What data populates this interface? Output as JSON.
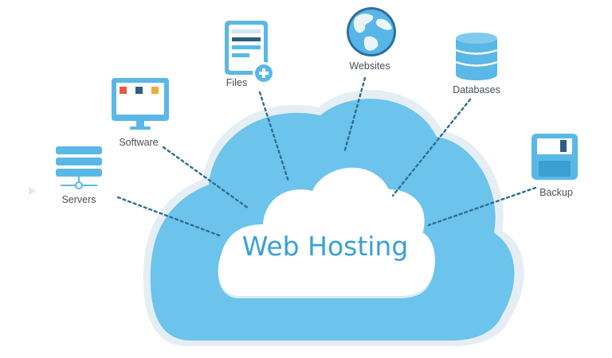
{
  "diagram": {
    "center_label": "Web Hosting",
    "nodes": [
      {
        "id": "servers",
        "label": "Servers",
        "icon": "server-stack-icon"
      },
      {
        "id": "software",
        "label": "Software",
        "icon": "monitor-icon"
      },
      {
        "id": "files",
        "label": "Files",
        "icon": "document-add-icon"
      },
      {
        "id": "websites",
        "label": "Websites",
        "icon": "globe-icon"
      },
      {
        "id": "databases",
        "label": "Databases",
        "icon": "database-icon"
      },
      {
        "id": "backup",
        "label": "Backup",
        "icon": "floppy-disk-icon"
      }
    ]
  },
  "colors": {
    "cloud_outer": "#6cc3ec",
    "cloud_border": "#e4eef4",
    "cloud_inner": "#ffffff",
    "title": "#3aa0d2",
    "connector": "#2d6f93",
    "icon_blue": "#5ab8e6",
    "icon_dark": "#2c5f7e"
  }
}
